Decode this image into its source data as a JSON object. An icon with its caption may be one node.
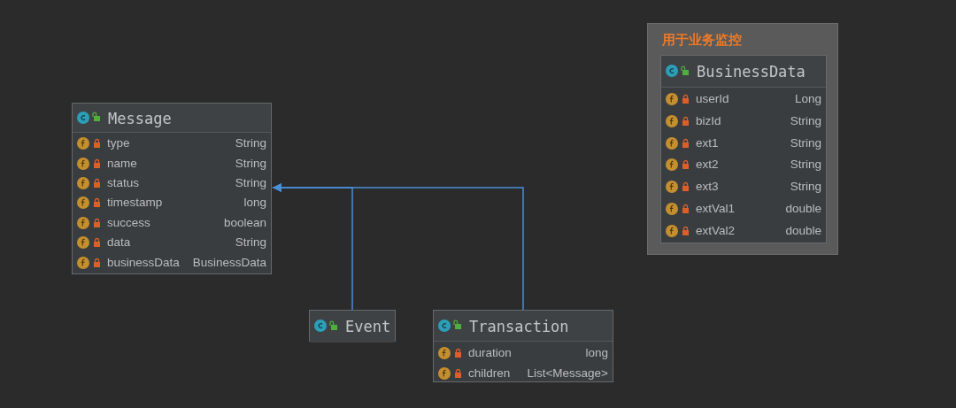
{
  "diagram": {
    "nodes": [
      {
        "text": [
          "用于业务监控"
        ]
      },
      {
        "text": [
          "BusinessData",
          "userId",
          "Long",
          "bizId",
          "String",
          "ext1",
          "String",
          "ext2",
          "String",
          "ext3",
          "String",
          "extVal1",
          "double",
          "extVal2",
          "double"
        ],
        "in": 0
      },
      {
        "text": [
          "Message",
          "type",
          "String",
          "name",
          "String",
          "status",
          "String",
          "timestamp",
          "long",
          "success",
          "boolean",
          "data",
          "String",
          "businessData",
          "BusinessData"
        ]
      },
      {
        "text": [
          "Event"
        ]
      },
      {
        "text": [
          "Transaction",
          "duration",
          "long",
          "children",
          "List<Message>"
        ]
      }
    ],
    "edges": [
      {
        "from": 3,
        "to": 2,
        "arrow": "to"
      },
      {
        "from": 4,
        "to": 2,
        "arrow": "to"
      }
    ]
  }
}
